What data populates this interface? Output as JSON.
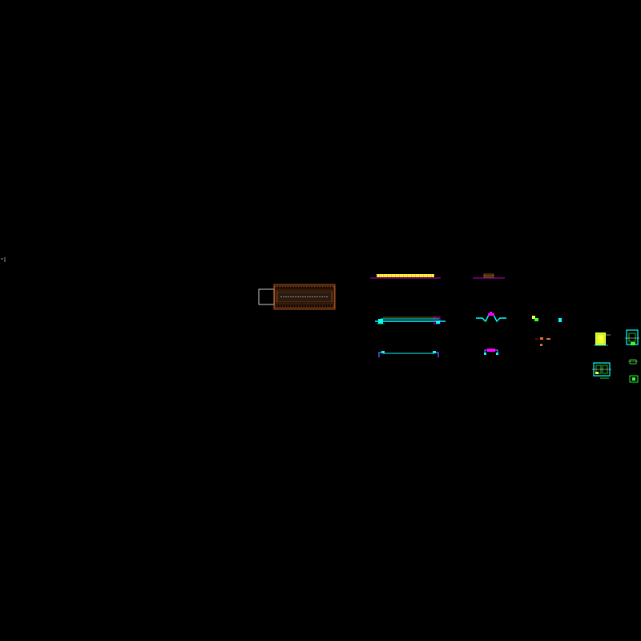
{
  "drawing": {
    "background": "#000000",
    "colors": {
      "white": "#ffffff",
      "orange": "#e0702a",
      "yellow": "#ffff33",
      "magenta": "#ff00ff",
      "cyan": "#00ffff",
      "green": "#33ff33",
      "blue": "#6f6fff",
      "red": "#ff3333"
    },
    "views": [
      "origin-marker",
      "plan-view",
      "elevation-top-left",
      "elevation-top-right",
      "section-mid-left",
      "section-mid-right",
      "section-bottom-left",
      "section-bottom-right",
      "detail-small-a",
      "detail-small-b",
      "detail-group-right"
    ]
  }
}
